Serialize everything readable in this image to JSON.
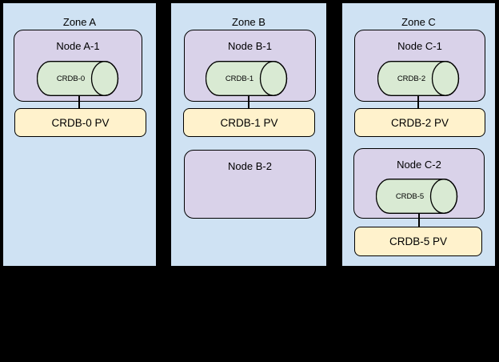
{
  "colors": {
    "page-bg": "#000000",
    "zone-fill": "#cfe2f3",
    "node-fill": "#d9d2e9",
    "cylinder-fill": "#d9ead3",
    "pv-fill": "#fff2cc",
    "border": "#000000"
  },
  "zones": [
    {
      "label": "Zone A",
      "nodes": [
        {
          "label": "Node A-1",
          "cylinder": "CRDB-0",
          "pv": "CRDB-0 PV"
        }
      ]
    },
    {
      "label": "Zone B",
      "nodes": [
        {
          "label": "Node B-1",
          "cylinder": "CRDB-1",
          "pv": "CRDB-1 PV"
        },
        {
          "label": "Node B-2"
        }
      ]
    },
    {
      "label": "Zone C",
      "nodes": [
        {
          "label": "Node C-1",
          "cylinder": "CRDB-2",
          "pv": "CRDB-2 PV"
        },
        {
          "label": "Node C-2",
          "cylinder": "CRDB-5",
          "pv": "CRDB-5 PV"
        }
      ]
    }
  ]
}
